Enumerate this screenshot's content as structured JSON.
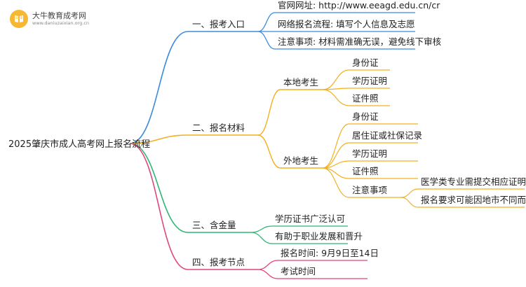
{
  "watermark": {
    "site_name": "大牛教育成考网",
    "site_url": "www.daniuzaixian.org.cn",
    "badge_color": "#f7b733",
    "icon": "book-icon"
  },
  "root": {
    "label": "2025肇庆市成人高考网上报名流程"
  },
  "branches": [
    {
      "label": "一、报考入口",
      "color": "#3b8bdf",
      "children": [
        {
          "label": "官网网址: http://www.eeagd.edu.cn/cr"
        },
        {
          "label": "网络报名流程: 填写个人信息及志愿"
        },
        {
          "label": "注意事项: 材料需准确无误，避免线下审核"
        }
      ]
    },
    {
      "label": "二、报名材料",
      "color": "#f2b01e",
      "children": [
        {
          "label": "本地考生",
          "children": [
            "身份证",
            "学历证明",
            "证件照"
          ]
        },
        {
          "label": "外地考生",
          "children": [
            "身份证",
            "居住证或社保记录",
            "学历证明",
            "证件照",
            "注意事项"
          ]
        },
        {
          "label": "注意事项",
          "children": [
            "医学类专业需提交相应证明",
            "报名要求可能因地市不同而异"
          ]
        }
      ]
    },
    {
      "label": "三、含金量",
      "color": "#2eb872",
      "children": [
        {
          "label": "学历证书广泛认可"
        },
        {
          "label": "有助于职业发展和晋升"
        }
      ]
    },
    {
      "label": "四、报考节点",
      "color": "#e0457b",
      "children": [
        {
          "label": "报名时间: 9月9日至14日"
        },
        {
          "label": "考试时间"
        }
      ]
    }
  ]
}
